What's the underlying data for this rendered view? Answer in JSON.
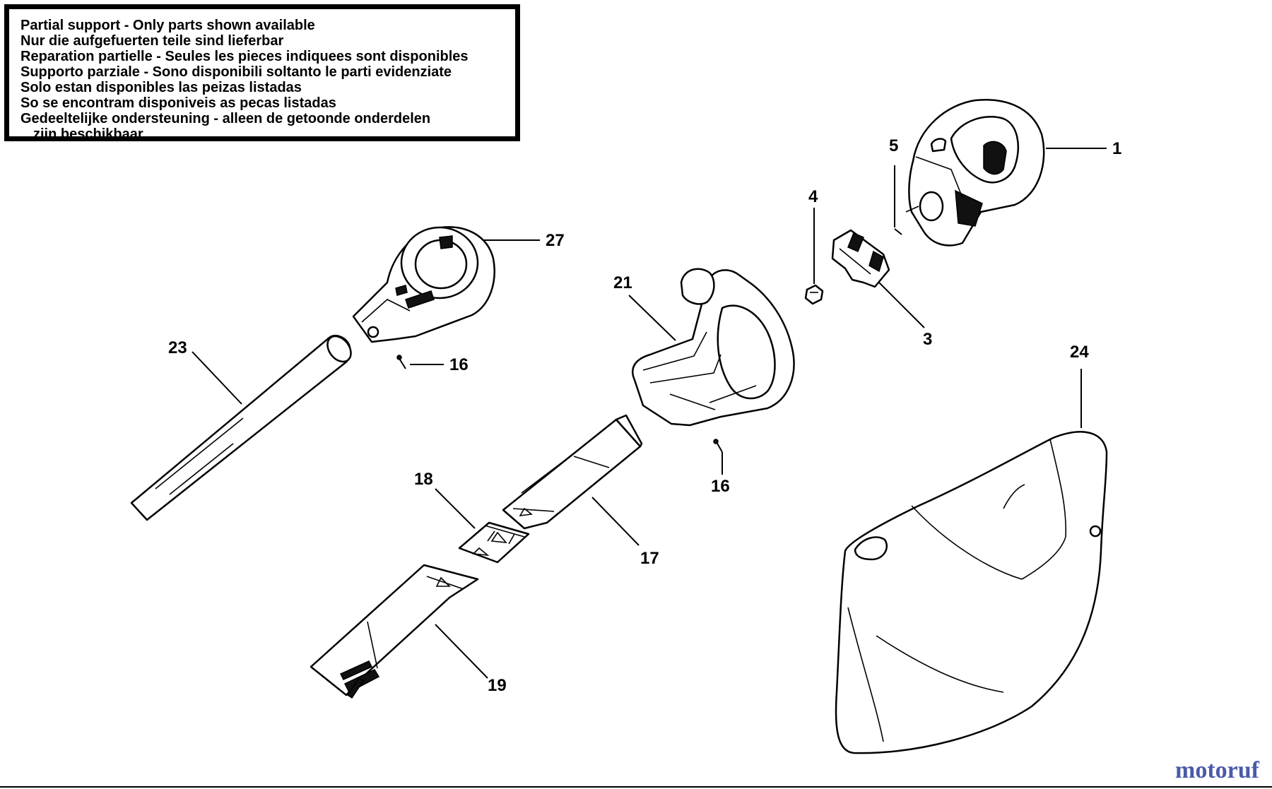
{
  "notice": {
    "lines": [
      "Partial support - Only parts shown available",
      "Nur die aufgefuerten teile sind lieferbar",
      "Reparation partielle - Seules les pieces indiquees sont disponibles",
      "Supporto parziale - Sono disponibili soltanto le parti evidenziate",
      "Solo estan disponibles las peizas listadas",
      "So se encontram disponiveis as pecas listadas",
      "Gedeeltelijke ondersteuning - alleen de getoonde onderdelen",
      "zijn beschikbaar"
    ]
  },
  "callouts": {
    "c1": "1",
    "c3": "3",
    "c4": "4",
    "c5": "5",
    "c16a": "16",
    "c16b": "16",
    "c17": "17",
    "c18": "18",
    "c19": "19",
    "c21": "21",
    "c23": "23",
    "c24": "24",
    "c27": "27"
  },
  "watermark": {
    "text": "motoruf"
  },
  "colors": {
    "line": "#000000",
    "background": "#ffffff",
    "watermark": "#4b5aa8"
  }
}
